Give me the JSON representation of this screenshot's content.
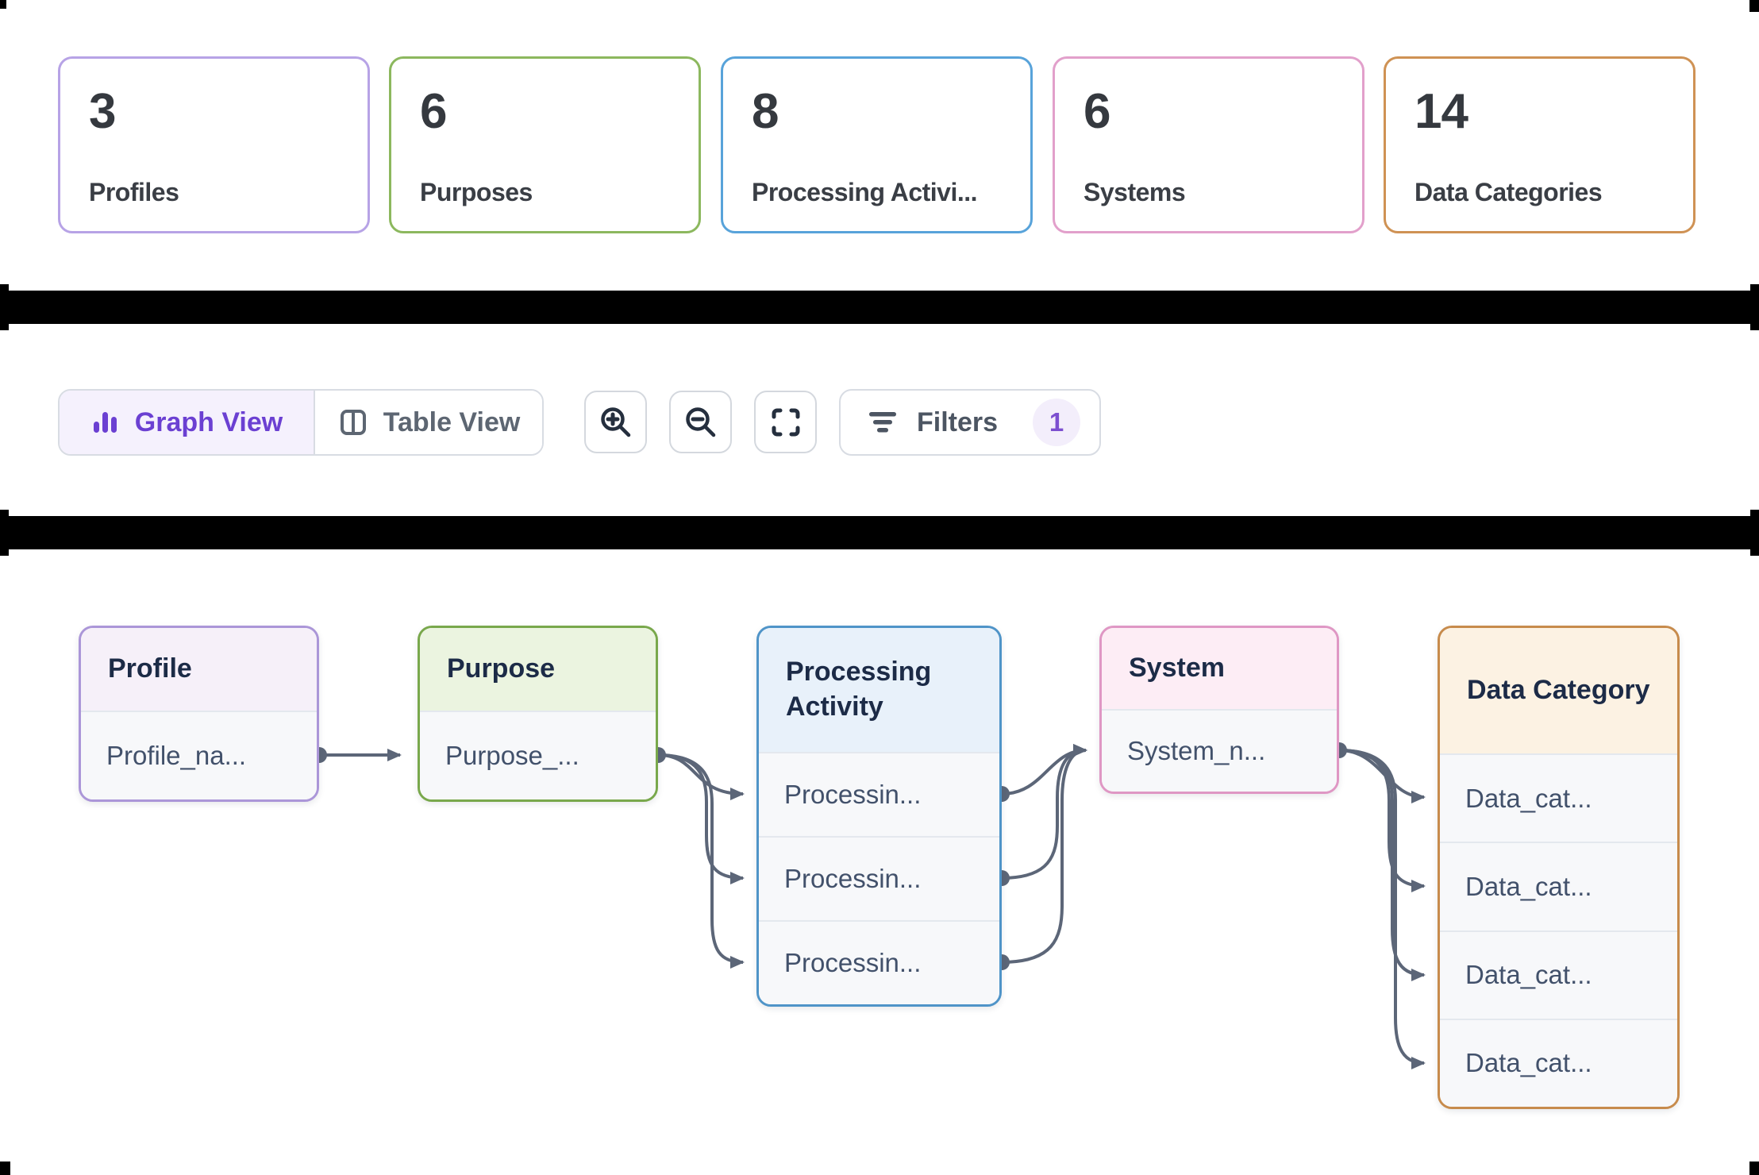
{
  "stats_cards": [
    {
      "value": "3",
      "label": "Profiles",
      "accent_color": "#b7a3e6"
    },
    {
      "value": "6",
      "label": "Purposes",
      "accent_color": "#8cb85e"
    },
    {
      "value": "8",
      "label": "Processing Activi...",
      "accent_color": "#58a3da"
    },
    {
      "value": "6",
      "label": "Systems",
      "accent_color": "#e2a0cb"
    },
    {
      "value": "14",
      "label": "Data Categories",
      "accent_color": "#cf9254"
    }
  ],
  "toolbar": {
    "view_toggle": [
      {
        "label": "Graph View",
        "icon": "bar-chart-icon",
        "state": "active",
        "active_text_color": "#6b40d2",
        "active_bg": "#f5f1fd"
      },
      {
        "label": "Table View",
        "icon": "table-columns-icon",
        "state": "inactive",
        "text_color": "#5d6672"
      }
    ],
    "icon_buttons": [
      {
        "icon": "zoom-in-icon"
      },
      {
        "icon": "zoom-out-icon"
      },
      {
        "icon": "fit-view-icon"
      }
    ],
    "filters": {
      "label": "Filters",
      "badge_count": "1",
      "badge_text_color": "#7c4fd0",
      "badge_bg": "#f3eefb"
    }
  },
  "graph": {
    "edge_color": "#5c6678",
    "nodes": [
      {
        "title": "Profile",
        "rows": [
          "Profile_na..."
        ],
        "accent_color": "#ab96d8",
        "header_bg": "#f6f0f9"
      },
      {
        "title": "Purpose",
        "rows": [
          "Purpose_..."
        ],
        "accent_color": "#79a84c",
        "header_bg": "#ebf4e0"
      },
      {
        "title": "Processing Activity",
        "rows": [
          "Processin...",
          "Processin...",
          "Processin..."
        ],
        "accent_color": "#4f94c8",
        "header_bg": "#e8f1fa"
      },
      {
        "title": "System",
        "rows": [
          "System_n..."
        ],
        "accent_color": "#df97c4",
        "header_bg": "#fdedf5"
      },
      {
        "title": "Data Category",
        "rows": [
          "Data_cat...",
          "Data_cat...",
          "Data_cat...",
          "Data_cat..."
        ],
        "accent_color": "#c78b4c",
        "header_bg": "#fcf2e3"
      }
    ]
  }
}
